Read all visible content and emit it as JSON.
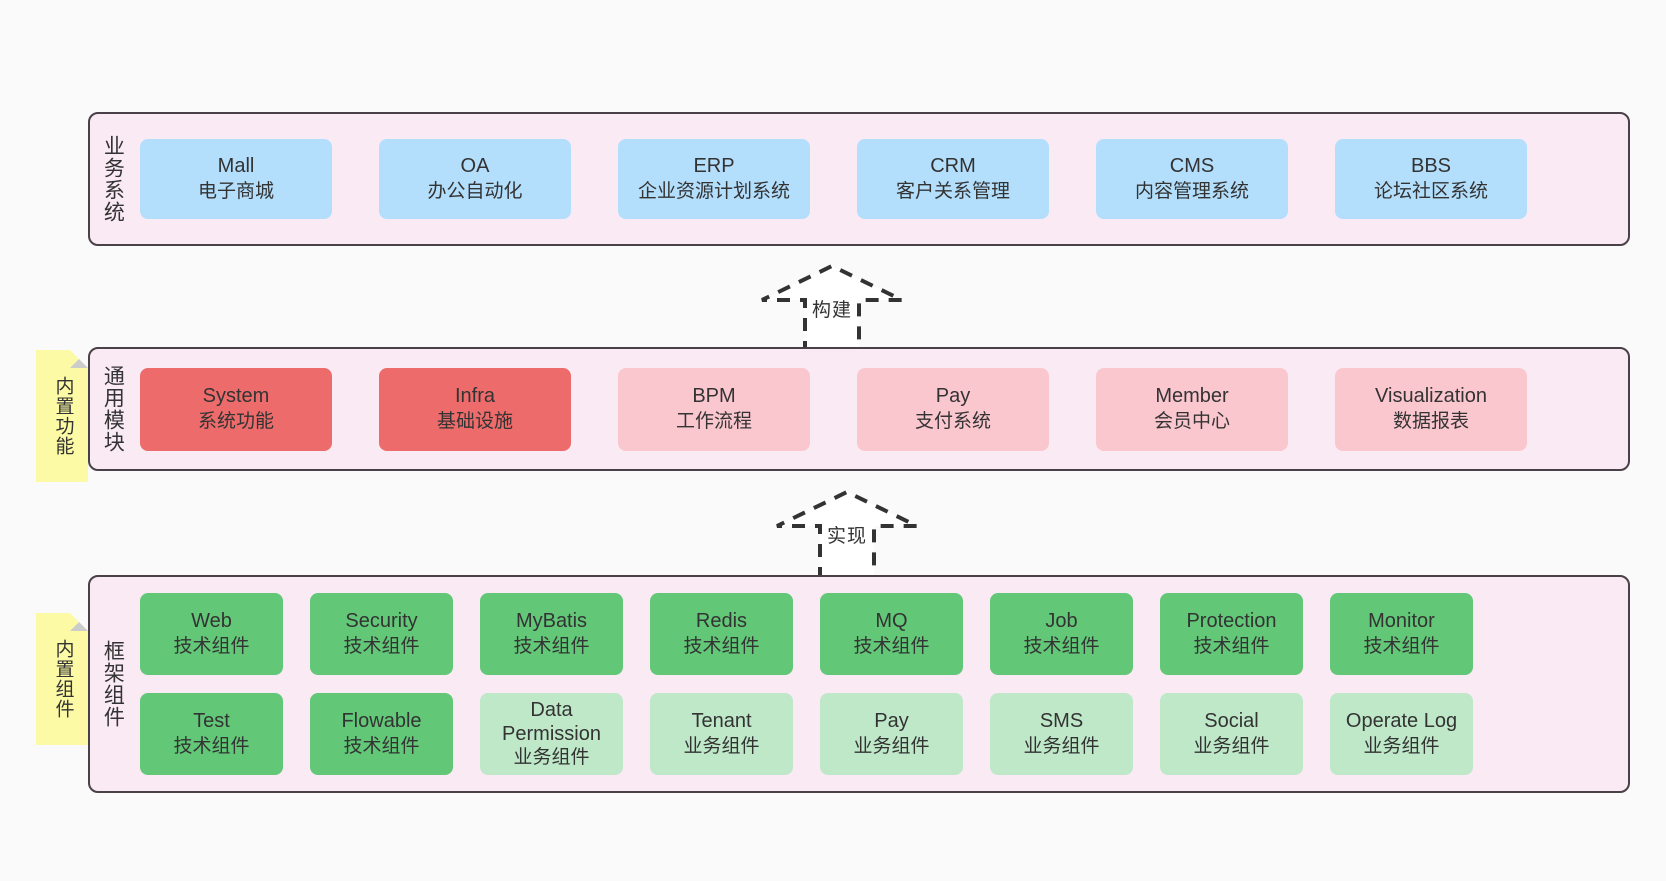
{
  "diagram": {
    "background_color": "#fafafa",
    "band_fill": "#f9eaf4",
    "band_border": "#4a4048",
    "note_fill": "#fdfaa5",
    "note_fold": "#cccccc"
  },
  "bands": [
    {
      "id": "business",
      "title": "业务系统",
      "note": null,
      "rows": [
        {
          "cards": [
            {
              "en": "Mall",
              "cn": "电子商城",
              "theme": "blue"
            },
            {
              "en": "OA",
              "cn": "办公自动化",
              "theme": "blue"
            },
            {
              "en": "ERP",
              "cn": "企业资源计划系统",
              "theme": "blue"
            },
            {
              "en": "CRM",
              "cn": "客户关系管理",
              "theme": "blue"
            },
            {
              "en": "CMS",
              "cn": "内容管理系统",
              "theme": "blue"
            },
            {
              "en": "BBS",
              "cn": "论坛社区系统",
              "theme": "blue"
            }
          ]
        }
      ]
    },
    {
      "id": "common",
      "title": "通用模块",
      "note": "内置功能",
      "rows": [
        {
          "cards": [
            {
              "en": "System",
              "cn": "系统功能",
              "theme": "red"
            },
            {
              "en": "Infra",
              "cn": "基础设施",
              "theme": "red"
            },
            {
              "en": "BPM",
              "cn": "工作流程",
              "theme": "pink"
            },
            {
              "en": "Pay",
              "cn": "支付系统",
              "theme": "pink"
            },
            {
              "en": "Member",
              "cn": "会员中心",
              "theme": "pink"
            },
            {
              "en": "Visualization",
              "cn": "数据报表",
              "theme": "pink"
            }
          ]
        }
      ]
    },
    {
      "id": "framework",
      "title": "框架组件",
      "note": "内置组件",
      "rows": [
        {
          "cards": [
            {
              "en": "Web",
              "cn": "技术组件",
              "theme": "green"
            },
            {
              "en": "Security",
              "cn": "技术组件",
              "theme": "green"
            },
            {
              "en": "MyBatis",
              "cn": "技术组件",
              "theme": "green"
            },
            {
              "en": "Redis",
              "cn": "技术组件",
              "theme": "green"
            },
            {
              "en": "MQ",
              "cn": "技术组件",
              "theme": "green"
            },
            {
              "en": "Job",
              "cn": "技术组件",
              "theme": "green"
            },
            {
              "en": "Protection",
              "cn": "技术组件",
              "theme": "green"
            },
            {
              "en": "Monitor",
              "cn": "技术组件",
              "theme": "green"
            }
          ]
        },
        {
          "cards": [
            {
              "en": "Test",
              "cn": "技术组件",
              "theme": "green"
            },
            {
              "en": "Flowable",
              "cn": "技术组件",
              "theme": "green"
            },
            {
              "en": "Data Permission",
              "cn": "业务组件",
              "theme": "lightgreen"
            },
            {
              "en": "Tenant",
              "cn": "业务组件",
              "theme": "lightgreen"
            },
            {
              "en": "Pay",
              "cn": "业务组件",
              "theme": "lightgreen"
            },
            {
              "en": "SMS",
              "cn": "业务组件",
              "theme": "lightgreen"
            },
            {
              "en": "Social",
              "cn": "业务组件",
              "theme": "lightgreen"
            },
            {
              "en": "Operate Log",
              "cn": "业务组件",
              "theme": "lightgreen"
            }
          ]
        }
      ]
    }
  ],
  "arrows": [
    {
      "id": "build",
      "label": "构建",
      "from": "common",
      "to": "business"
    },
    {
      "id": "implement",
      "label": "实现",
      "from": "framework",
      "to": "common"
    }
  ]
}
